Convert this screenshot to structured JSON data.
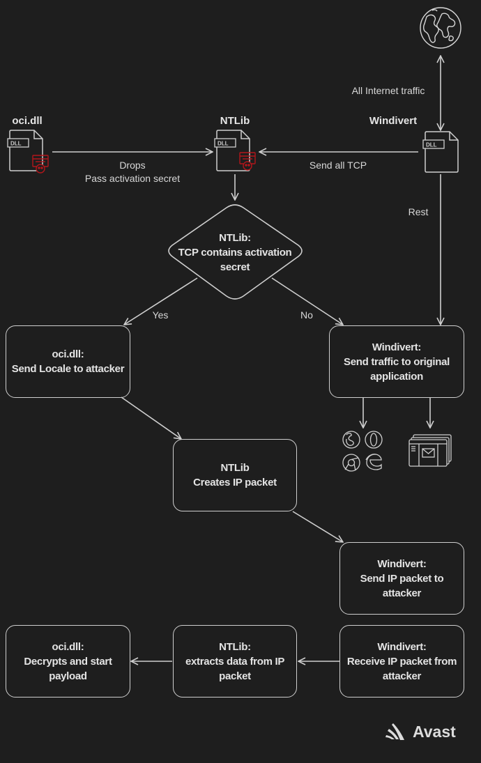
{
  "diagram": {
    "top_icons": {
      "globe_label": "All Internet traffic",
      "oci_title": "oci.dll",
      "ntlib_title": "NTLib",
      "windivert_title": "Windivert",
      "dll_badge": "DLL"
    },
    "edges": {
      "drops_line1": "Drops",
      "drops_line2": "Pass activation secret",
      "send_all_tcp": "Send all TCP",
      "rest": "Rest",
      "yes": "Yes",
      "no": "No"
    },
    "decision": {
      "line1": "NTLib:",
      "line2": "TCP contains activation",
      "line3": "secret"
    },
    "nodes": {
      "oci_send_locale": {
        "line1": "oci.dll:",
        "line2": "Send Locale to attacker"
      },
      "windivert_send_original": {
        "line1": "Windivert:",
        "line2": "Send traffic to original",
        "line3": "application"
      },
      "ntlib_create_packet": {
        "line1": "NTLib",
        "line2": "Creates IP packet"
      },
      "windivert_send_packet": {
        "line1": "Windivert:",
        "line2": "Send IP packet to",
        "line3": "attacker"
      },
      "windivert_receive_packet": {
        "line1": "Windivert:",
        "line2": "Receive IP packet from",
        "line3": "attacker"
      },
      "ntlib_extract": {
        "line1": "NTLib:",
        "line2": "extracts data from IP",
        "line3": "packet"
      },
      "oci_decrypt": {
        "line1": "oci.dll:",
        "line2": "Decrypts and start",
        "line3": "payload"
      }
    },
    "app_icons": [
      "firefox-icon",
      "opera-icon",
      "chrome-icon",
      "edge-icon",
      "mail-client-icon"
    ],
    "brand": {
      "name": "Avast"
    },
    "colors": {
      "background": "#1e1e1e",
      "stroke": "#cfcfcf",
      "malware_badge": "#b3161b"
    }
  }
}
